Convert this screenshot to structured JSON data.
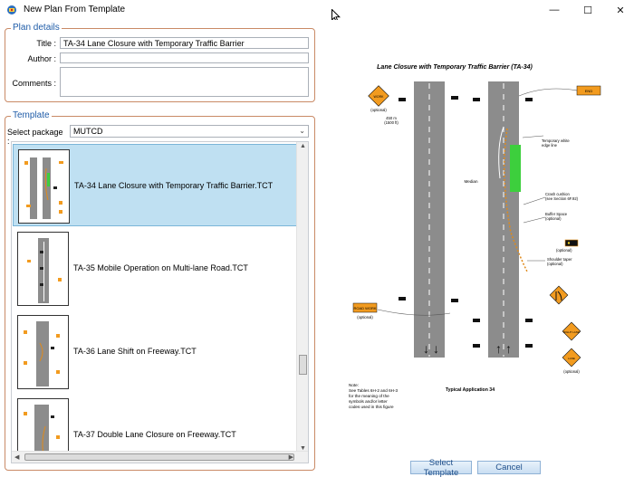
{
  "window": {
    "title": "New Plan From Template",
    "minimize_glyph": "—",
    "maximize_glyph": "☐",
    "close_glyph": "✕"
  },
  "plan_details": {
    "group_title": "Plan details",
    "title_label": "Title :",
    "title_value": "TA-34 Lane Closure with Temporary Traffic Barrier",
    "author_label": "Author :",
    "author_value": "",
    "comments_label": "Comments :",
    "comments_value": ""
  },
  "template": {
    "group_title": "Template",
    "package_label": "Select package :",
    "package_value": "MUTCD",
    "items": [
      {
        "label": "TA-34 Lane Closure with Temporary Traffic Barrier.TCT",
        "selected": true
      },
      {
        "label": "TA-35 Mobile Operation on Multi-lane Road.TCT",
        "selected": false
      },
      {
        "label": "TA-36 Lane Shift on Freeway.TCT",
        "selected": false
      },
      {
        "label": "TA-37 Double Lane Closure on Freeway.TCT",
        "selected": false
      }
    ]
  },
  "preview": {
    "title": "Lane Closure with Temporary Traffic Barrier (TA-34)",
    "median_label": "Median",
    "temp_edge_line": [
      "Temporary white",
      "edge line"
    ],
    "crash_cushion": [
      "Crash cushion",
      "(see Section 6F.92)"
    ],
    "buffer_space": [
      "Buffer Space",
      "(optional)"
    ],
    "shoulder_taper": [
      "Shoulder taper",
      "(optional)"
    ],
    "optional": "(optional)",
    "distance": [
      "450 m",
      "(1500 ft)"
    ],
    "note_lines": [
      "Note:",
      "See Tables 6H-2 and 6H-3",
      "for the meaning of the",
      "symbols and/or letter",
      "codes used in this figure"
    ],
    "typical_application": "Typical Application 34",
    "sign_labels": {
      "sign_a": [
        "ROAD",
        "WORK",
        "AHEAD"
      ],
      "sign_end": [
        "END",
        "ROAD WORK"
      ],
      "sign_lane_ends": [
        "RIGHT LANE",
        "ENDS"
      ],
      "sign_right_lane": [
        "RIGHT",
        "LANE",
        "CLOSED"
      ],
      "sign_lanes_merge": [
        "ROAD WORK",
        "1500 FT"
      ],
      "sign_optional_left": [
        "ROAD WORK",
        "1500 FT"
      ]
    },
    "colors": {
      "road": "#8c8c8c",
      "road_dark": "#6d6d6d",
      "buffer_green": "#3dcf3d",
      "sign_orange": "#f29b1f",
      "taper_orange": "#e08a1a"
    }
  },
  "buttons": {
    "select_label": "Select Template",
    "cancel_label": "Cancel"
  },
  "colors": {
    "group_border": "#c98a66",
    "group_title": "#1f5ca8",
    "selection_bg": "#bfe0f2"
  }
}
